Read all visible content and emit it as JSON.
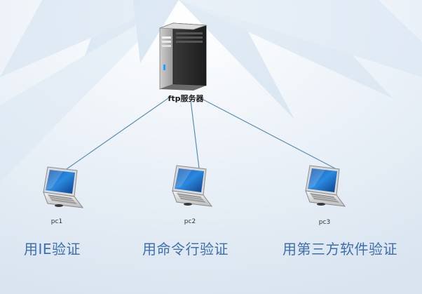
{
  "server": {
    "label": "ftp服务器"
  },
  "clients": [
    {
      "label": "pc1",
      "caption": "用IE验证"
    },
    {
      "label": "pc2",
      "caption": "用命令行验证"
    },
    {
      "label": "pc3",
      "caption": "用第三方软件验证"
    }
  ],
  "colors": {
    "background_top": "#eef3f8",
    "background_bottom": "#dfe8f1",
    "link_line": "#5a8fb8",
    "caption": "#3e6fb0",
    "laptop_screen": "#1e5fb8"
  },
  "icons": {
    "server": "server-tower-icon",
    "client": "laptop-icon"
  }
}
